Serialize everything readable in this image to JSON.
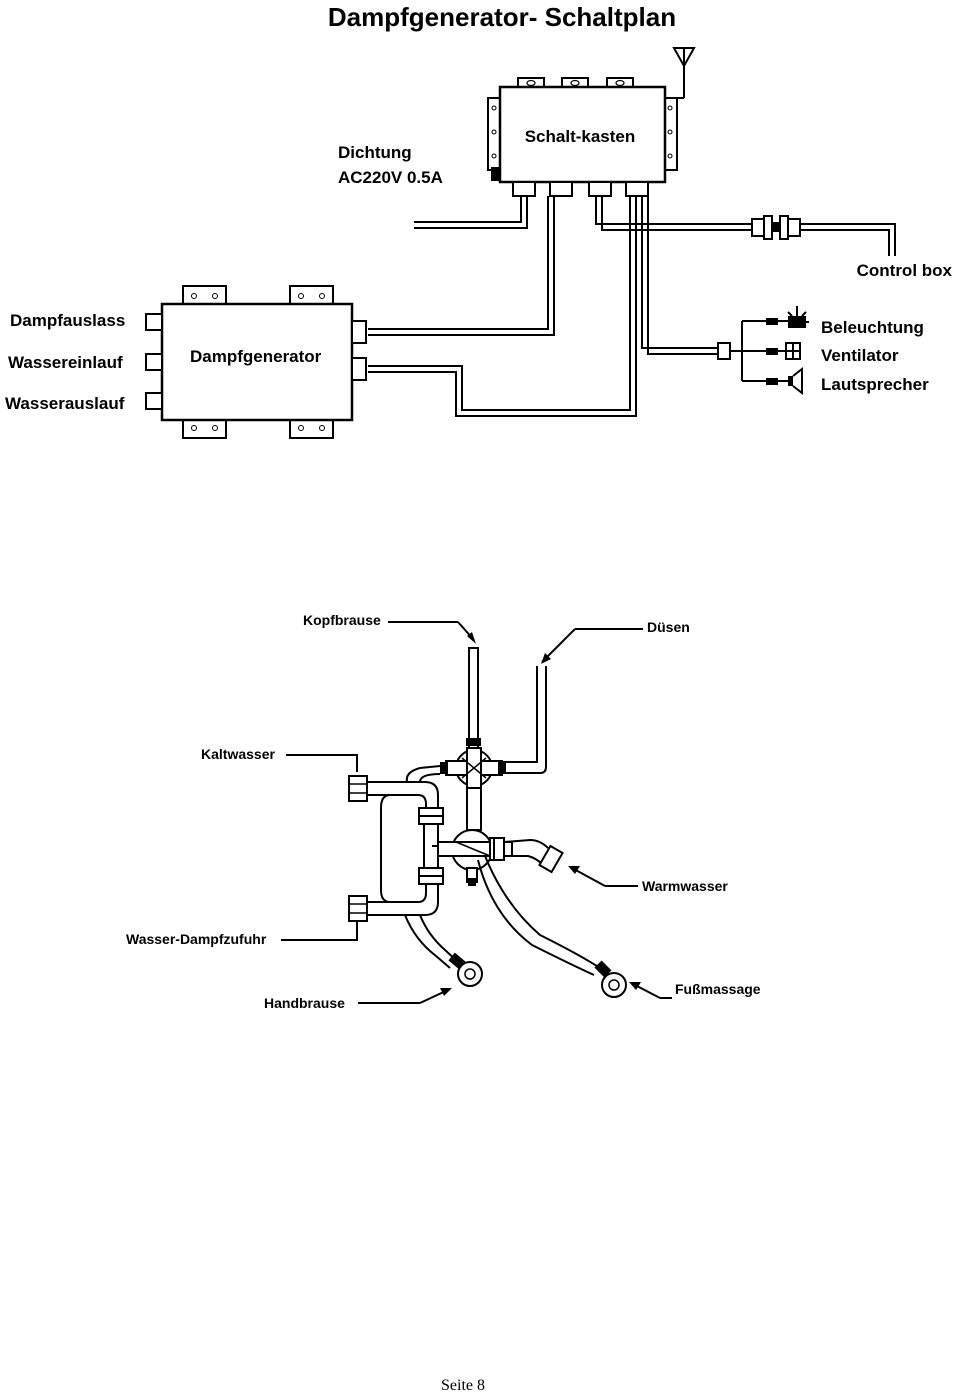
{
  "title": "Dampfgenerator- Schaltplan",
  "wiring": {
    "switch_box": "Schalt-kasten",
    "power_label_line1": "Dichtung",
    "power_label_line2": "AC220V 0.5A",
    "control_box": "Control box",
    "generator": "Dampfgenerator",
    "ports": [
      "Dampfauslass",
      "Wassereinlauf",
      "Wasserauslauf"
    ],
    "outputs": [
      "Beleuchtung",
      "Ventilator",
      "Lautsprecher"
    ]
  },
  "plumbing": {
    "head_shower": "Kopfbrause",
    "jets": "Düsen",
    "cold_water": "Kaltwasser",
    "hot_water": "Warmwasser",
    "water_steam_supply": "Wasser-Dampfzufuhr",
    "hand_shower": "Handbrause",
    "foot_massage": "Fußmassage"
  },
  "footer": {
    "page": "Seite 8"
  }
}
